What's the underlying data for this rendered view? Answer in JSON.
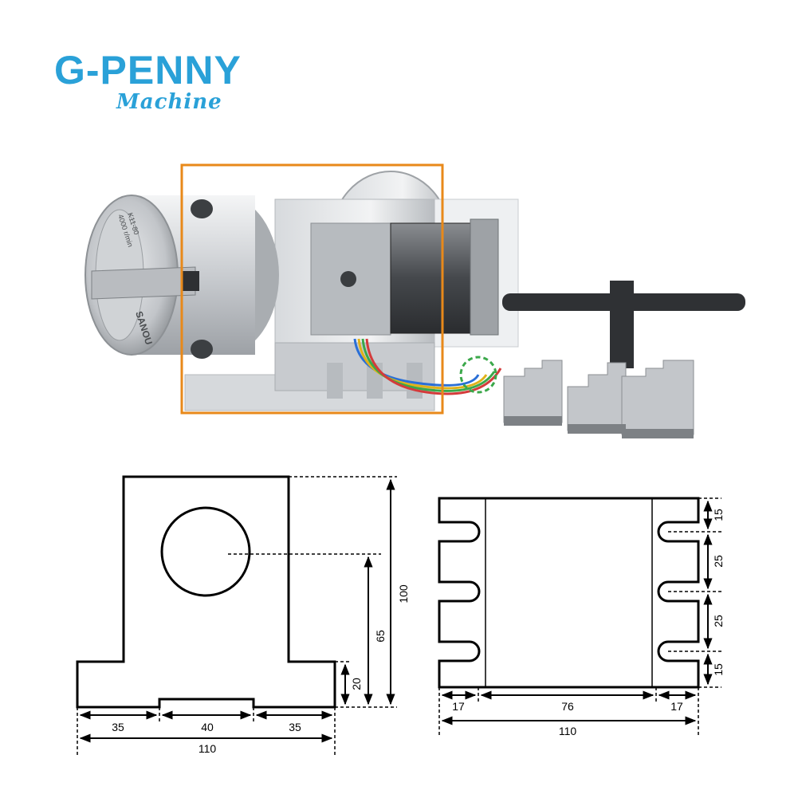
{
  "brand": {
    "name": "G-PENNY",
    "subtitle": "Machine"
  },
  "product_photo": {
    "chuck_label_top": "K11-80",
    "chuck_label_mid": "4000 r/min",
    "chuck_label_side": "SANOU",
    "highlight_color": "#e8891a"
  },
  "drawing_front": {
    "dim_total_height": "100",
    "dim_center_height": "65",
    "dim_base_height": "20",
    "dim_left_foot": "35",
    "dim_center_gap": "40",
    "dim_right_foot": "35",
    "dim_total_width": "110"
  },
  "drawing_side": {
    "dim_top": "15",
    "dim_slot1": "25",
    "dim_slot2": "25",
    "dim_bottom": "15",
    "dim_left": "17",
    "dim_middle": "76",
    "dim_right": "17",
    "dim_total_width": "110"
  }
}
